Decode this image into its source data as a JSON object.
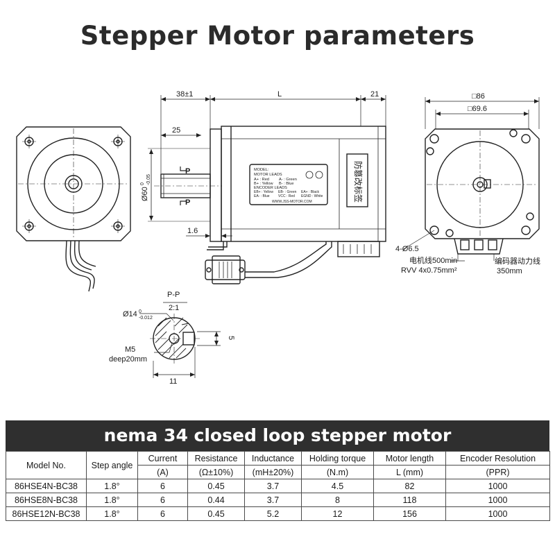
{
  "title": "Stepper Motor parameters",
  "drawing": {
    "front_left_dims": {
      "d38": "38±1",
      "d25": "25",
      "L": "L",
      "d21": "21",
      "d1_6": "1.6",
      "p_top": "P",
      "p_bot": "P"
    },
    "shaft_diameter": {
      "main": "Ø60",
      "sup": "0",
      "sub": "-0.05"
    },
    "label_plate": {
      "line1": "MODEL:",
      "line2": "MOTOR  LEADS",
      "line3a": "A+ : Red",
      "line3b": "A- : Green",
      "line4a": "B+ : Yellow",
      "line4b": "B- : Blue",
      "line5": "ENCODER  LEADS",
      "line6a": "EB+ : Yellow",
      "line6b": "EB- : Green",
      "line6c": "EA+ : Black",
      "line7a": "EA- : Blue",
      "line7b": "VCC : Red",
      "line7c": "EGND : White",
      "website": "WWW.JSS-MOTOR.COM",
      "seal": "防篡改标签"
    },
    "right_view": {
      "sq86": "□86",
      "sq69": "□69.6",
      "holes": "4-Ø6.5",
      "cable1_a": "电机线500min",
      "cable1_b": "RVV 4x0.75mm²",
      "cable2_a": "编码器动力线",
      "cable2_b": "350mm"
    },
    "section": {
      "title": "P-P",
      "scale": "2:1",
      "dia": "Ø14",
      "dia_sup": "0",
      "dia_sub": "-0.012",
      "thread_a": "M5",
      "thread_b": "deep20mm",
      "key": "5",
      "width": "11"
    }
  },
  "table": {
    "heading": "nema 34 closed loop stepper motor",
    "columns": [
      {
        "name": "Model No.",
        "unit": ""
      },
      {
        "name": "Step angle",
        "unit": ""
      },
      {
        "name": "Current",
        "unit": "(A)"
      },
      {
        "name": "Resistance",
        "unit": "(Ω±10%)"
      },
      {
        "name": "Inductance",
        "unit": "(mH±20%)"
      },
      {
        "name": "Holding torque",
        "unit": "(N.m)"
      },
      {
        "name": "Motor length",
        "unit": "L (mm)"
      },
      {
        "name": "Encoder Resolution",
        "unit": "(PPR)"
      }
    ],
    "rows": [
      [
        "86HSE4N-BC38",
        "1.8°",
        "6",
        "0.45",
        "3.7",
        "4.5",
        "82",
        "1000"
      ],
      [
        "86HSE8N-BC38",
        "1.8°",
        "6",
        "0.44",
        "3.7",
        "8",
        "118",
        "1000"
      ],
      [
        "86HSE12N-BC38",
        "1.8°",
        "6",
        "0.45",
        "5.2",
        "12",
        "156",
        "1000"
      ]
    ]
  }
}
